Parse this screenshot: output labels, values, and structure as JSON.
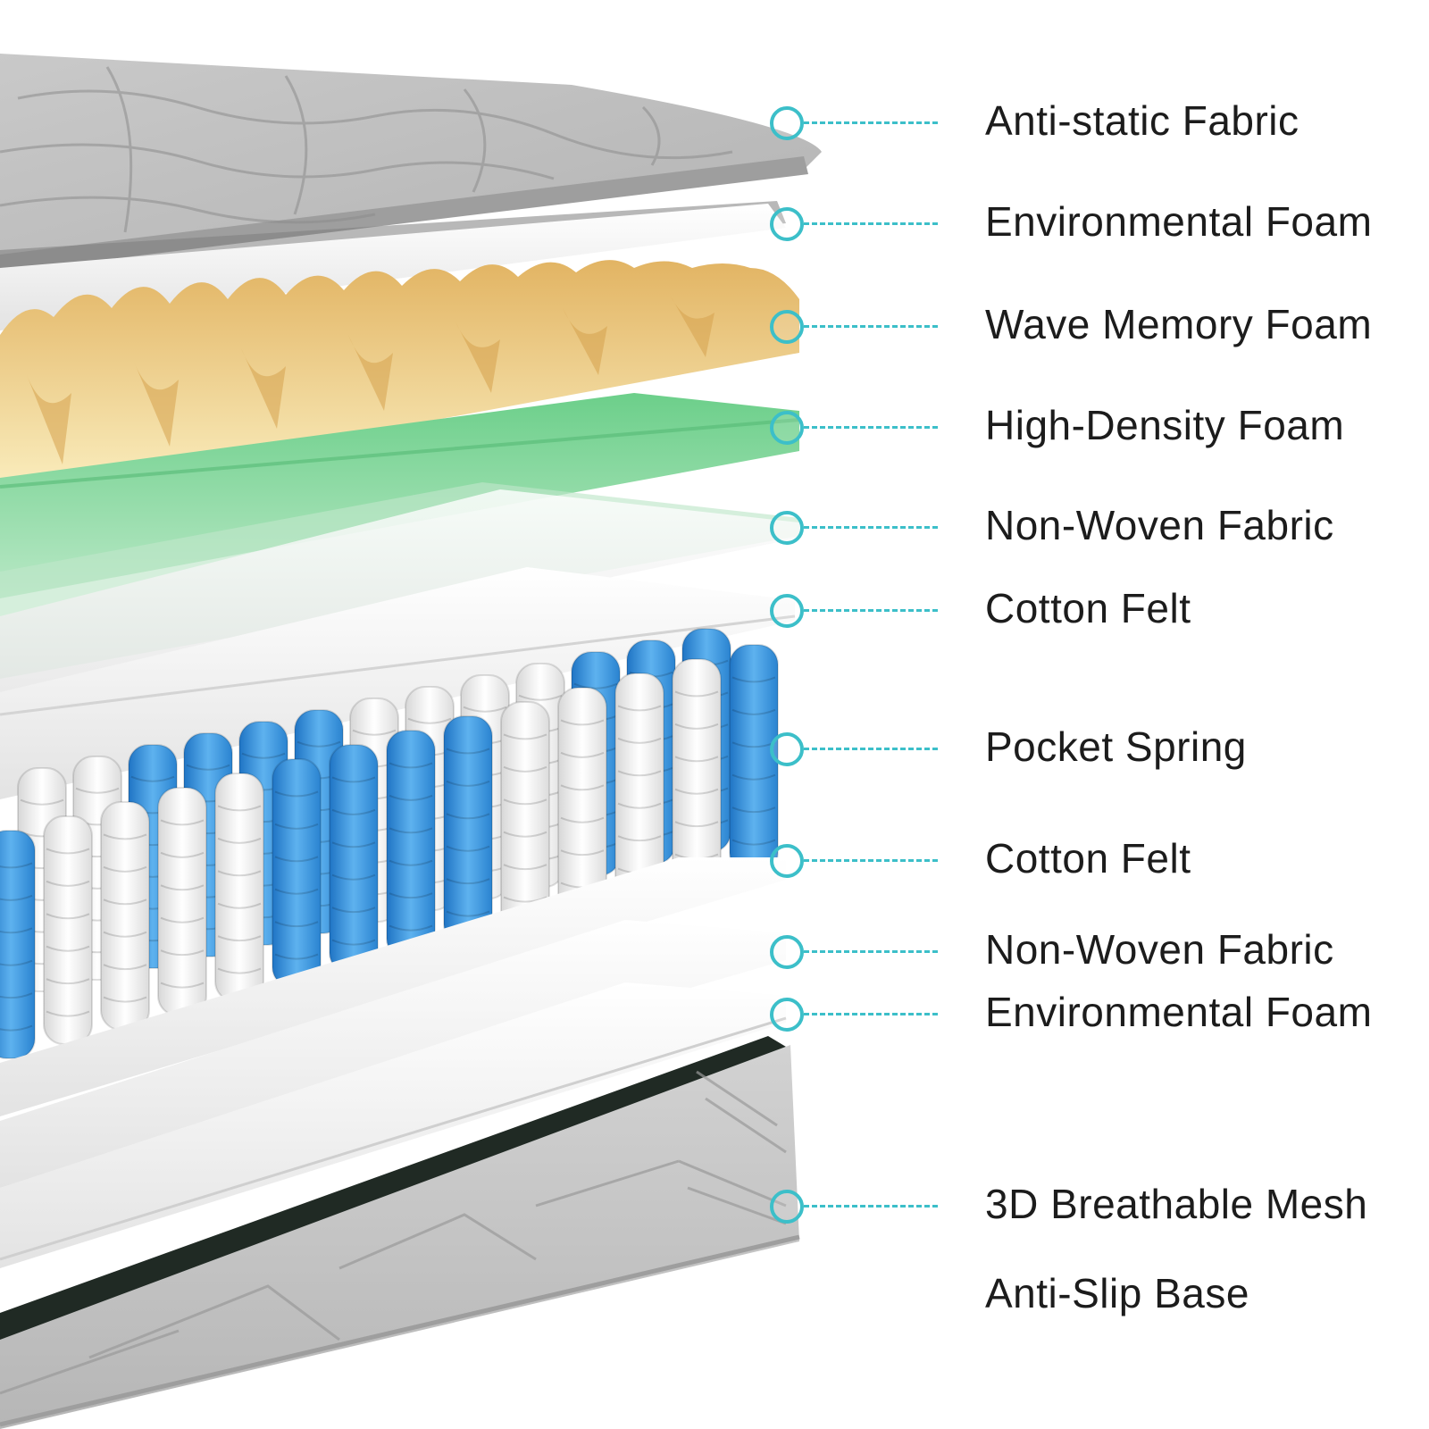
{
  "layers": [
    {
      "label": "Anti-static Fabric",
      "marker": true
    },
    {
      "label": "Environmental Foam",
      "marker": true
    },
    {
      "label": "Wave Memory Foam",
      "marker": true
    },
    {
      "label": "High-Density Foam",
      "marker": true
    },
    {
      "label": "Non-Woven Fabric",
      "marker": true
    },
    {
      "label": "Cotton Felt",
      "marker": true
    },
    {
      "label": "Pocket Spring",
      "marker": true
    },
    {
      "label": "Cotton Felt",
      "marker": true
    },
    {
      "label": "Non-Woven Fabric",
      "marker": true
    },
    {
      "label": "Environmental Foam",
      "marker": true
    },
    {
      "label": "3D Breathable Mesh",
      "marker": true
    },
    {
      "label": "Anti-Slip Base",
      "marker": false
    }
  ],
  "colors": {
    "accent": "#3cbfc9",
    "fabric": "#bdbdbd",
    "memory_foam": "#f0d58e",
    "high_density_foam": "#8fd6a0",
    "spring_blue": "#2f8fd8",
    "spring_white": "#ededed",
    "text": "#1c1c1c"
  }
}
